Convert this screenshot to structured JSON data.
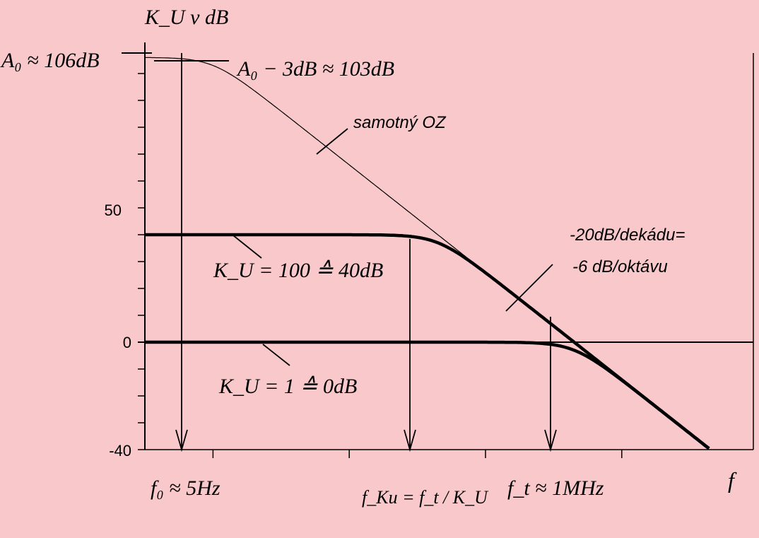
{
  "chart_data": {
    "type": "line",
    "title": "",
    "x_scale": "log",
    "ylabel": "K_U v dB",
    "xlabel": "f",
    "y_ticks": [
      "50",
      "0",
      "-40"
    ],
    "ylim": [
      -40,
      106
    ],
    "grid": false,
    "series": [
      {
        "name": "samotný OZ",
        "gain_db": 106,
        "corner_hz": 5
      },
      {
        "name": "K_U = 100 ≙ 40dB",
        "gain_db": 40,
        "corner_hz": 10000
      },
      {
        "name": "K_U = 1 ≙ 0dB",
        "gain_db": 0,
        "corner_hz": 1000000
      }
    ],
    "annotations": {
      "a0": "A₀ ≈ 106dB",
      "a0_3db": "A₀ − 3dB ≈ 103dB",
      "slope_1": "-20dB/dekádu=",
      "slope_2": "-6 dB/oktávu",
      "f0": "f₀ ≈ 5Hz",
      "fku": "f_Ku = f_t / K_U",
      "ft": "f_t ≈ 1MHz"
    }
  },
  "colors": {
    "background": "#F8C8CB",
    "ink": "#000000"
  }
}
